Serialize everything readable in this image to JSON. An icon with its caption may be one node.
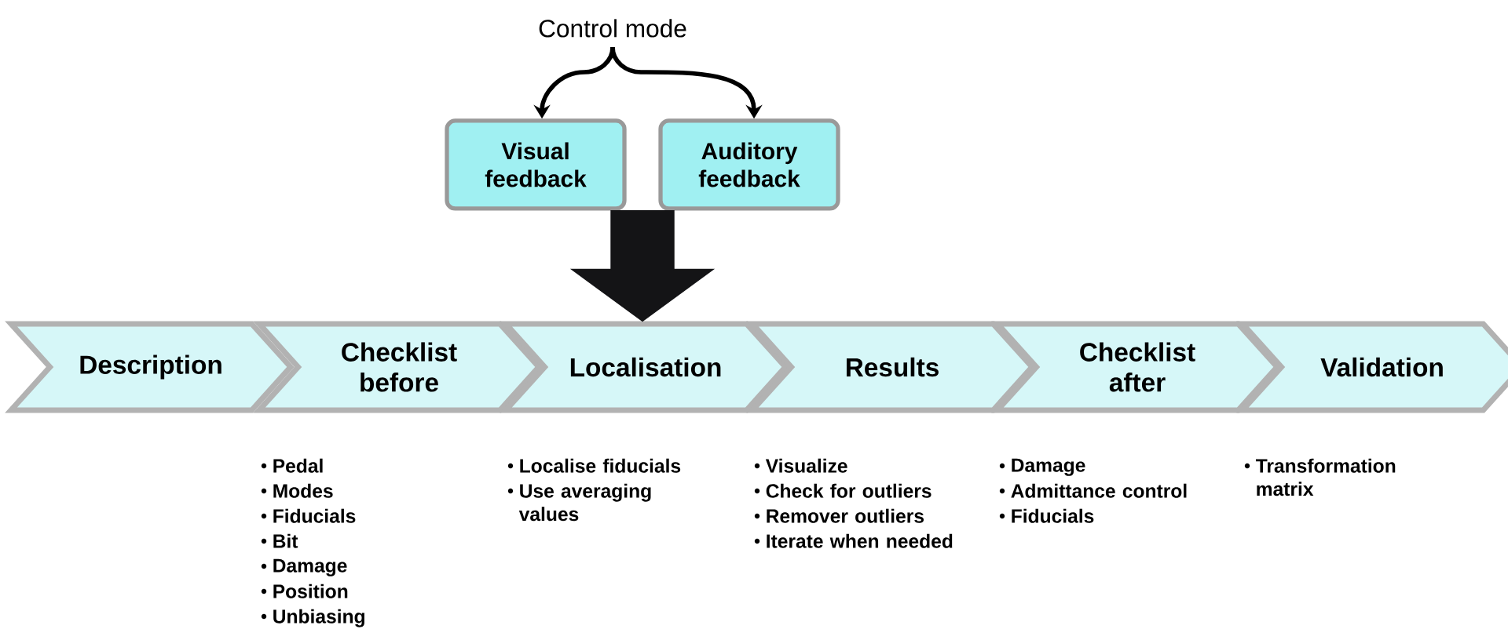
{
  "diagram": {
    "nodes": [
      {
        "text": [
          "Control mode"
        ]
      },
      {
        "text": [
          "Visual feedback"
        ]
      },
      {
        "text": [
          "Auditory feedback"
        ]
      },
      {
        "text": [
          "Description"
        ]
      },
      {
        "text": [
          "Checklist before"
        ],
        "beside": [
          "Pedal",
          "Modes",
          "Fiducials",
          "Bit",
          "Damage",
          "Position",
          "Unbiasing"
        ]
      },
      {
        "text": [
          "Localisation"
        ],
        "beside": [
          "Localise fiducials",
          "Use averaging values"
        ]
      },
      {
        "text": [
          "Results"
        ],
        "beside": [
          "Visualize",
          "Check for outliers",
          "Remover outliers",
          "Iterate when needed"
        ]
      },
      {
        "text": [
          "Checklist after"
        ],
        "beside": [
          "Damage",
          "Admittance control",
          "Fiducials"
        ]
      },
      {
        "text": [
          "Validation"
        ],
        "beside": [
          "Transformation matrix"
        ]
      }
    ],
    "edges": [
      {
        "from": 0,
        "to": 1,
        "arrow": "to"
      },
      {
        "from": 0,
        "to": 2,
        "arrow": "to"
      },
      {
        "from": 1,
        "to": 5,
        "arrow": "to",
        "style": "thick"
      },
      {
        "from": 2,
        "to": 5,
        "arrow": "to",
        "style": "thick"
      }
    ]
  }
}
